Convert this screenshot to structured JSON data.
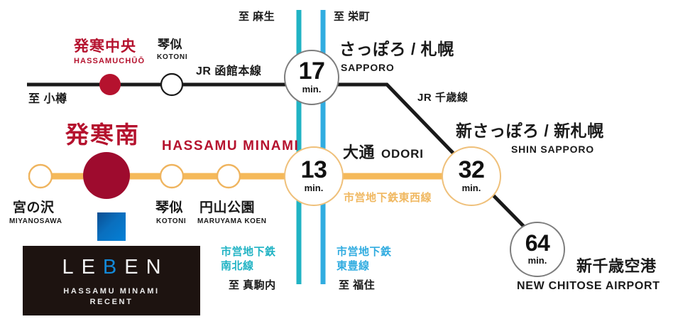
{
  "diagram": {
    "title": "Hassamu Minami station access route map",
    "colors": {
      "jr_line": "#1a1a1a",
      "tozai_line": "#f5b95a",
      "nanboku_line": "#21b3c4",
      "toho_line": "#31ace0",
      "highlight_station": "#9e0b2e",
      "highlight_text": "#b5122e",
      "logo_background": "#1d1310",
      "logo_accent": "#1389d8",
      "marker_blue": "#0a6fbe",
      "bubble_warm_border": "#efc07a",
      "bubble_dark_border": "#7d7d7d"
    }
  },
  "jr_line": {
    "name_jp": "JR 函館本線",
    "terminus_left": "至 小樽",
    "stations": [
      {
        "jp": "発寒中央",
        "romaji": "HASSAMUCHŪŌ",
        "type": "highlight"
      },
      {
        "jp": "琴似",
        "romaji": "KOTONI",
        "type": "normal"
      }
    ],
    "destination": {
      "jp": "さっぽろ / 札幌",
      "romaji": "SAPPORO"
    },
    "branch_line_name": "JR 千歳線",
    "branch_destination": {
      "jp": "新さっぽろ / 新札幌",
      "romaji": "SHIN SAPPORO"
    },
    "airport": {
      "jp": "新千歳空港",
      "romaji": "NEW CHITOSE AIRPORT"
    }
  },
  "subway_tozai": {
    "line_name": "市営地下鉄東西線",
    "stations": [
      {
        "jp": "宮の沢",
        "romaji": "MIYANOSAWA",
        "type": "normal"
      },
      {
        "jp": "発寒南",
        "romaji": "HASSAMU MINAMI",
        "type": "highlight"
      },
      {
        "jp": "琴似",
        "romaji": "KOTONI",
        "type": "normal"
      },
      {
        "jp": "円山公園",
        "romaji": "MARUYAMA KOEN",
        "type": "normal"
      }
    ],
    "destination": {
      "jp": "大通",
      "romaji": "ODORI"
    }
  },
  "subway_nanboku": {
    "line_name_line1": "市営地下鉄",
    "line_name_line2": "南北線",
    "terminus_north": "至 麻生",
    "terminus_south": "至 真駒内"
  },
  "subway_toho": {
    "line_name_line1": "市営地下鉄",
    "line_name_line2": "東豊線",
    "terminus_north": "至 栄町",
    "terminus_south": "至 福住"
  },
  "time_bubbles": [
    {
      "id": "b17",
      "value": "17",
      "unit": "min.",
      "style": "dark"
    },
    {
      "id": "b13",
      "value": "13",
      "unit": "min.",
      "style": "warm"
    },
    {
      "id": "b32",
      "value": "32",
      "unit": "min.",
      "style": "warm"
    },
    {
      "id": "b64",
      "value": "64",
      "unit": "min.",
      "style": "dark"
    }
  ],
  "logo": {
    "word_part1": "L",
    "word_part2": "E",
    "word_accent": "B",
    "word_part3": "E",
    "word_part4": "N",
    "subtitle1": "HASSAMU MINAMI",
    "subtitle2": "RECENT"
  }
}
